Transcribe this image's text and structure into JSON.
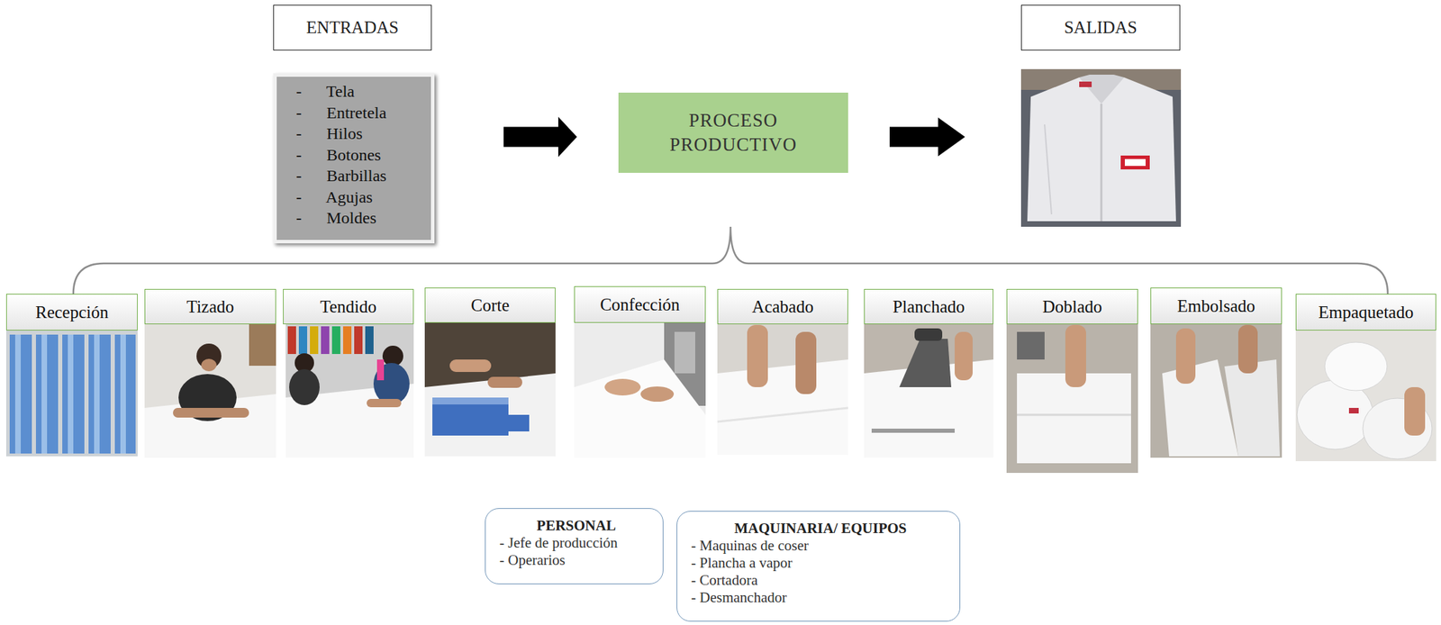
{
  "diagram": {
    "nodes": [
      {
        "text": [
          "ENTRADAS"
        ]
      },
      {
        "text": [
          "- Tela",
          "- Entretela",
          "- Hilos",
          "- Botones",
          "- Barbillas",
          "- Agujas",
          "- Moldes"
        ]
      },
      {
        "text": [
          "PROCESO PRODUCTIVO"
        ]
      },
      {
        "text": [
          "SALIDAS"
        ]
      },
      {
        "text": [
          "Recepción"
        ]
      },
      {
        "text": [
          "Tizado"
        ]
      },
      {
        "text": [
          "Tendido"
        ]
      },
      {
        "text": [
          "Corte"
        ]
      },
      {
        "text": [
          "Confección"
        ]
      },
      {
        "text": [
          "Acabado"
        ]
      },
      {
        "text": [
          "Planchado"
        ]
      },
      {
        "text": [
          "Doblado"
        ]
      },
      {
        "text": [
          "Embolsado"
        ]
      },
      {
        "text": [
          "Empaquetado"
        ]
      },
      {
        "text": [
          "PERSONAL",
          "- Jefe de producción",
          "- Operarios"
        ]
      },
      {
        "text": [
          "MAQUINARIA/ EQUIPOS",
          "- Maquinas de coser",
          "- Plancha a vapor",
          "- Cortadora",
          "- Desmanchador"
        ]
      }
    ],
    "edges": [
      {
        "from": 1,
        "to": 2,
        "arrow": "to"
      }
    ]
  }
}
